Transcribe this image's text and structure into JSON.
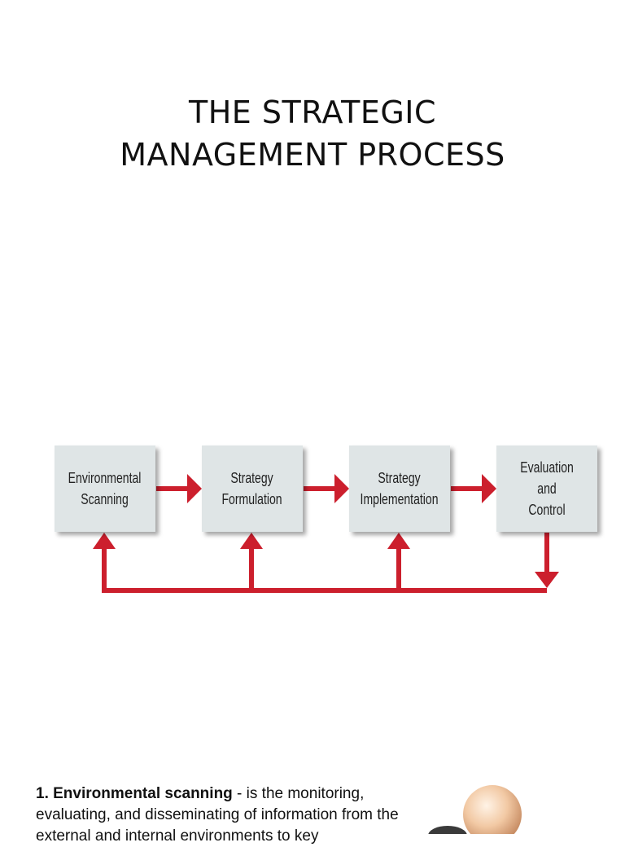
{
  "title": {
    "line1": "THE STRATEGIC",
    "line2": "MANAGEMENT PROCESS"
  },
  "diagram": {
    "nodes": [
      {
        "label": "Environmental\nScanning"
      },
      {
        "label": "Strategy\nFormulation"
      },
      {
        "label": "Strategy\nImplementation"
      },
      {
        "label": "Evaluation\nand\nControl"
      }
    ],
    "colors": {
      "box": "#dfe5e6",
      "arrow": "#cc1f2d"
    }
  },
  "definition": {
    "term": "1. Environmental scanning",
    "text": " - is the monitoring, evaluating, and disseminating of information from the external and internal environments to key"
  },
  "icons": {
    "figure": "person-figure-icon"
  }
}
